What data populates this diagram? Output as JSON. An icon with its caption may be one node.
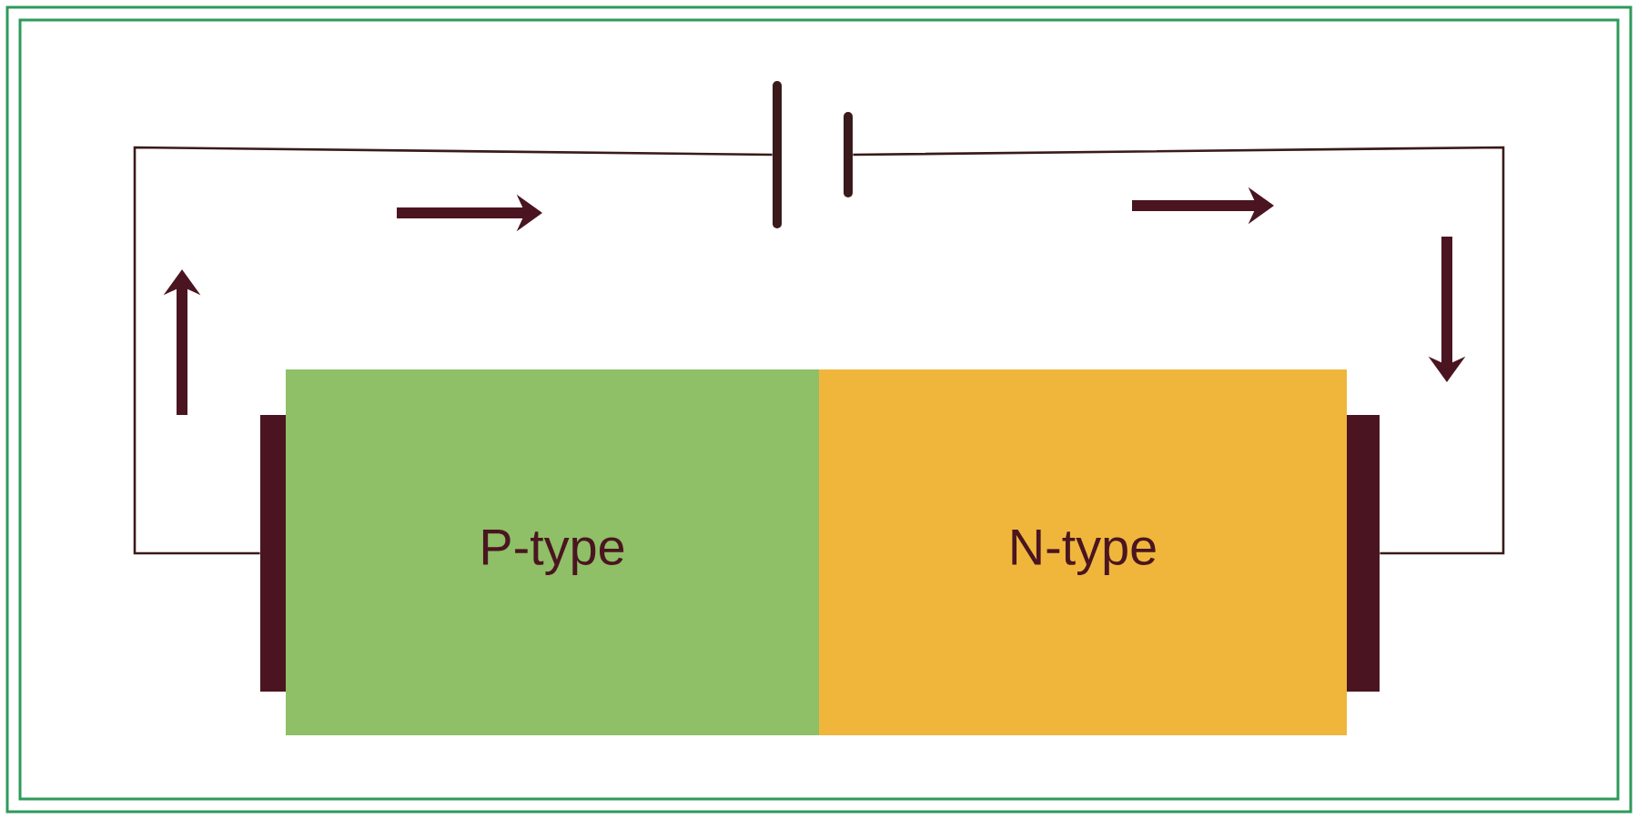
{
  "diagram": {
    "nodes": [
      {
        "text": [
          "P-type"
        ]
      },
      {
        "text": [
          "N-type"
        ]
      },
      {
        "text": [],
        "shape": "bar"
      },
      {
        "text": [],
        "shape": "battery"
      },
      {
        "text": [],
        "shape": "bar"
      }
    ],
    "edges": [
      {
        "from": 2,
        "to": 3,
        "arrow": "none"
      },
      {
        "from": 3,
        "to": 4,
        "arrow": "none"
      }
    ]
  }
}
